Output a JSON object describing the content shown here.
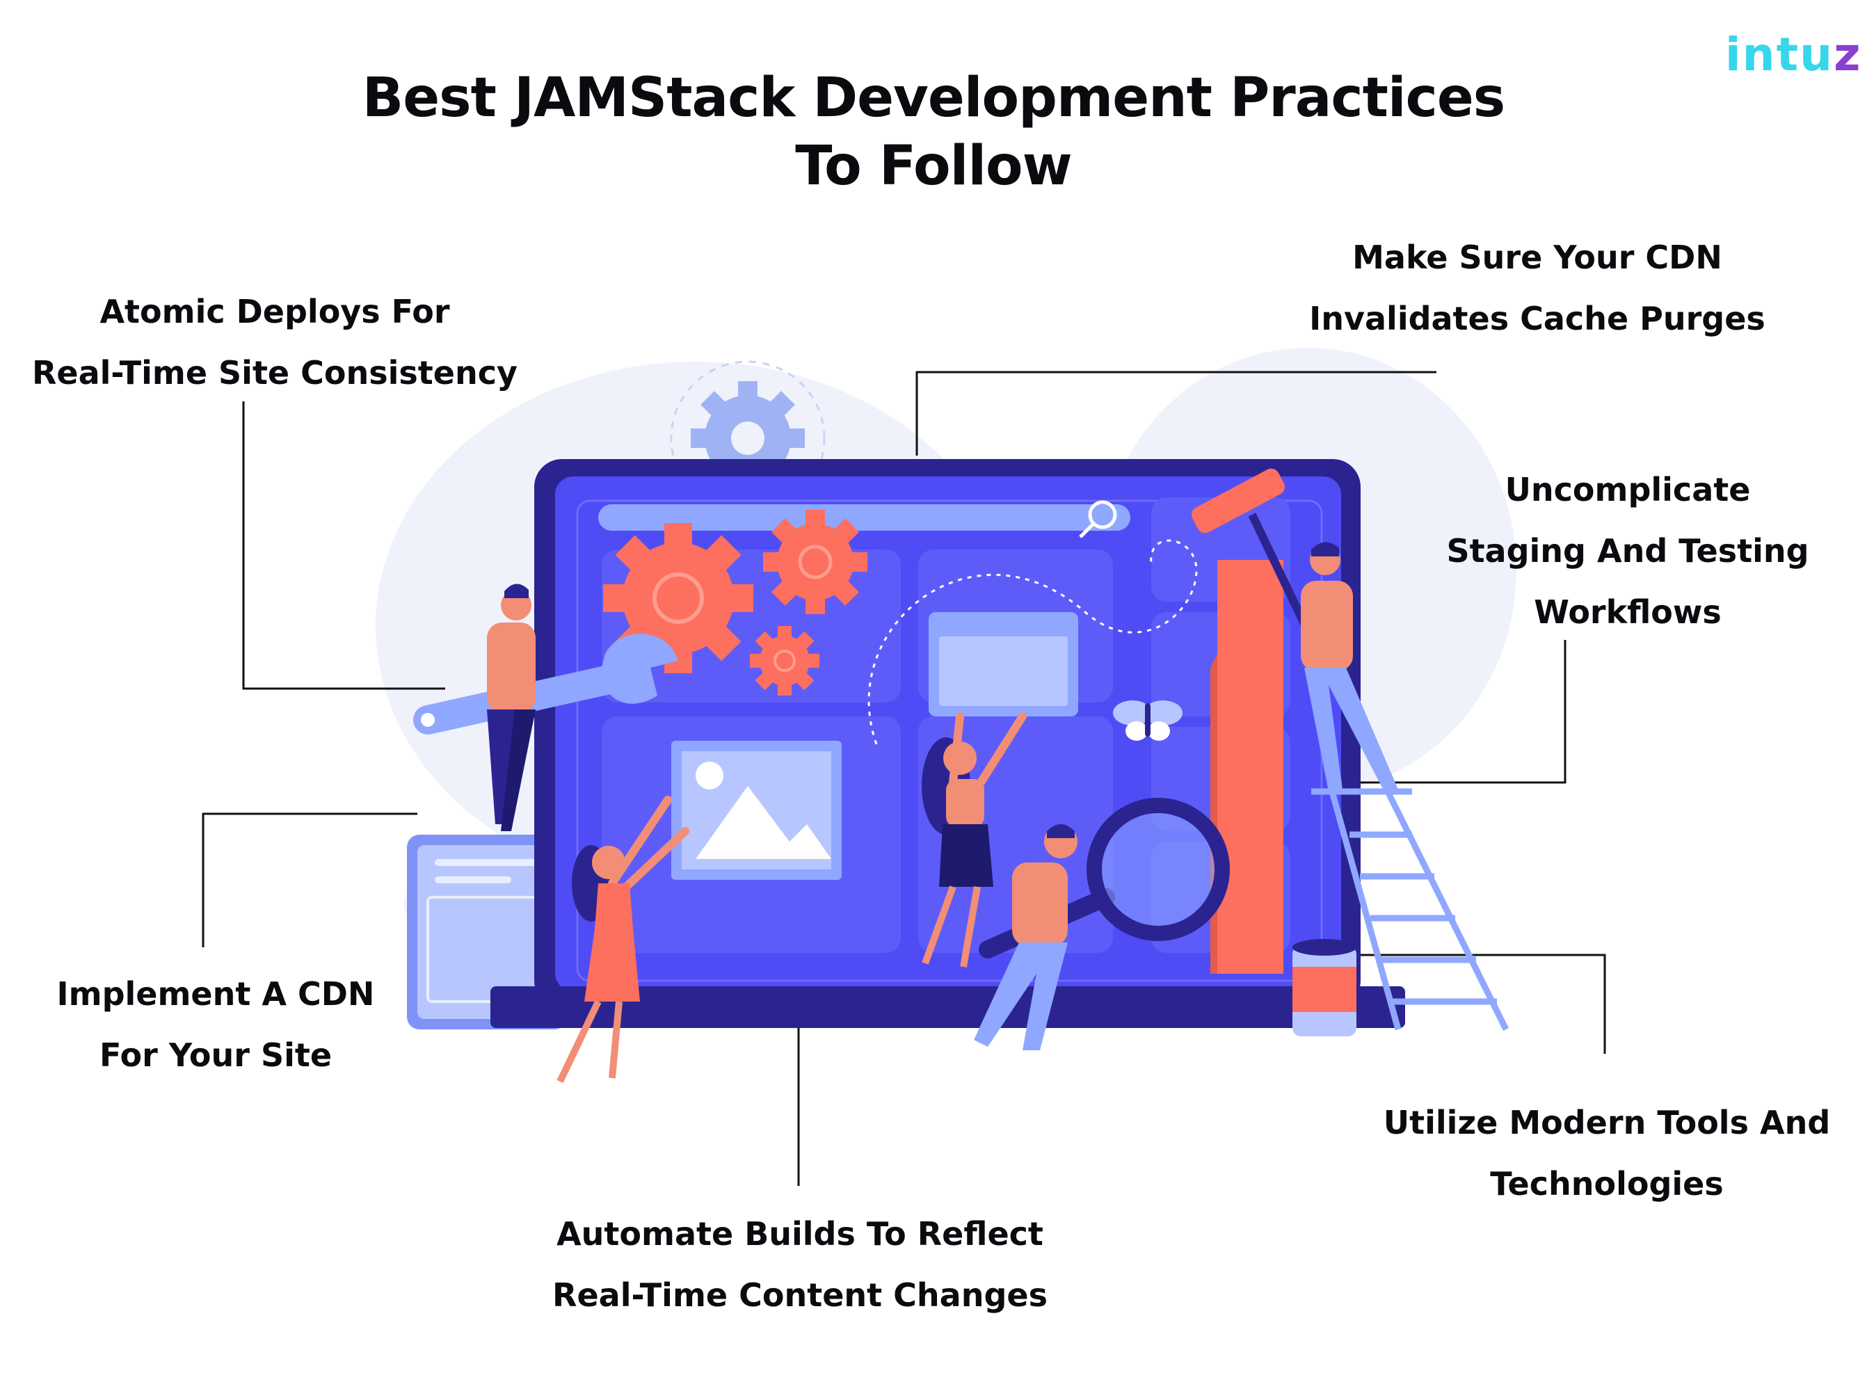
{
  "title": {
    "line1": "Best JAMStack Development Practices",
    "line2": "To Follow"
  },
  "logo": {
    "text_main": "intu",
    "text_accent": "z"
  },
  "colors": {
    "laptop_frame": "#2b2490",
    "laptop_screen": "#4f4cf5",
    "panel": "#5e5cf8",
    "accent_orange": "#fd6f5e",
    "skin": "#f28e76",
    "light_blue": "#8fa7ff",
    "pale_bg": "#eff2fb",
    "logo_cyan": "#37d6ea",
    "logo_purple": "#8a3fd1"
  },
  "practices": [
    {
      "line1": "Atomic Deploys For",
      "line2": "Real-Time Site Consistency"
    },
    {
      "line1": "Make Sure Your CDN",
      "line2": "Invalidates Cache Purges"
    },
    {
      "line1": "Uncomplicate",
      "line2": "Staging And Testing",
      "line3": "Workflows"
    },
    {
      "line1": "Implement A CDN",
      "line2": "For Your Site"
    },
    {
      "line1": "Utilize Modern Tools And",
      "line2": "Technologies"
    },
    {
      "line1": "Automate Builds To Reflect",
      "line2": "Real-Time Content Changes"
    }
  ],
  "illustration": {
    "icons": [
      "gear-icon",
      "wrench-icon",
      "magnifier-icon",
      "search-icon",
      "image-icon",
      "paint-roller-icon",
      "paint-bucket-icon",
      "ladder-icon",
      "butterfly-icon"
    ]
  }
}
